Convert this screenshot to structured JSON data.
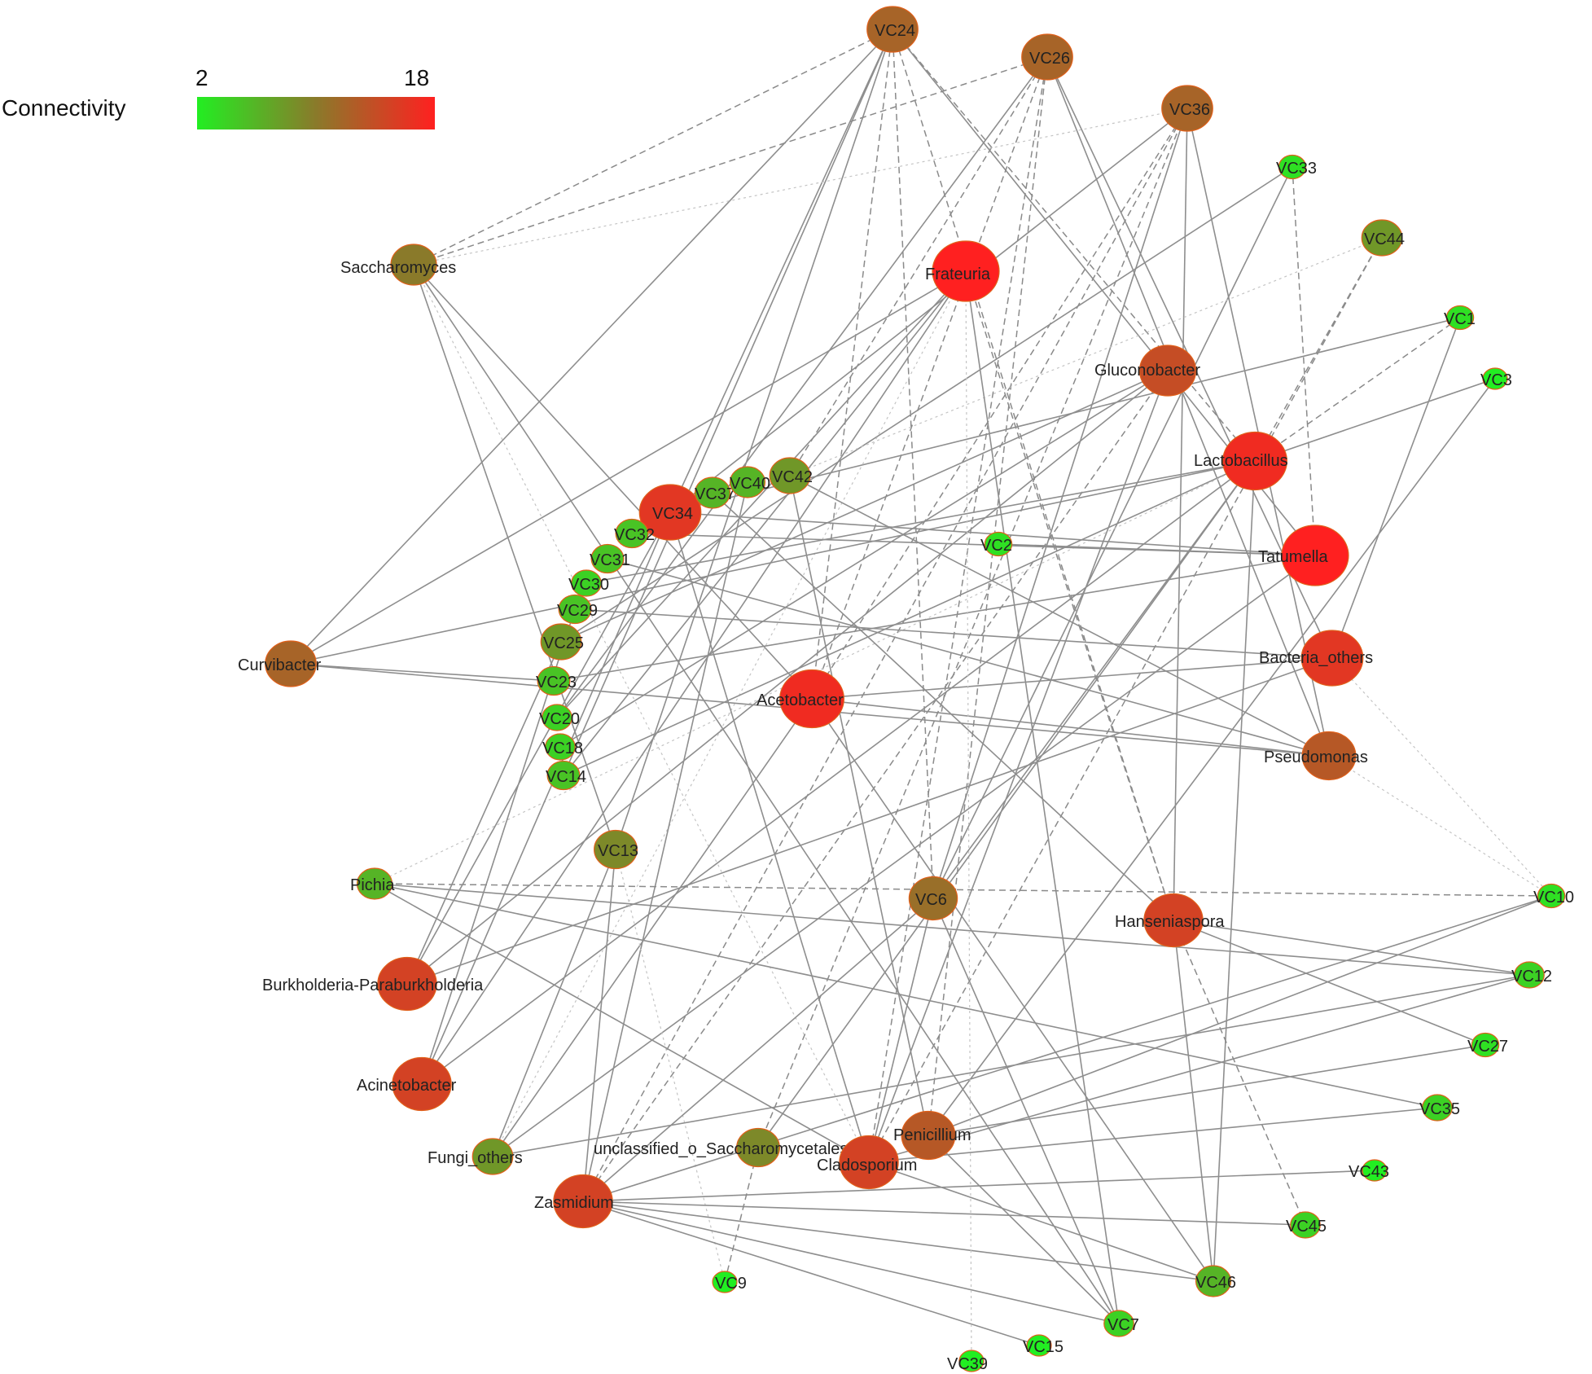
{
  "legend": {
    "title": "Connectivity",
    "min_label": "2",
    "max_label": "18",
    "min_value": 2,
    "max_value": 18,
    "color_low": "#22ee22",
    "color_mid": "#8a7a2a",
    "color_high": "#ff2020"
  },
  "network": {
    "nodes": [
      {
        "id": "VC24",
        "label": "VC24",
        "connectivity": 12
      },
      {
        "id": "VC26",
        "label": "VC26",
        "connectivity": 12
      },
      {
        "id": "VC36",
        "label": "VC36",
        "connectivity": 12
      },
      {
        "id": "VC33",
        "label": "VC33",
        "connectivity": 3
      },
      {
        "id": "VC44",
        "label": "VC44",
        "connectivity": 8
      },
      {
        "id": "VC1",
        "label": "VC1",
        "connectivity": 3
      },
      {
        "id": "VC3",
        "label": "VC3",
        "connectivity": 2
      },
      {
        "id": "Saccharomyces",
        "label": "Saccharomyces",
        "connectivity": 10
      },
      {
        "id": "Frateuria",
        "label": "Frateuria",
        "connectivity": 18
      },
      {
        "id": "Gluconobacter",
        "label": "Gluconobacter",
        "connectivity": 14
      },
      {
        "id": "Lactobacillus",
        "label": "Lactobacillus",
        "connectivity": 17
      },
      {
        "id": "Tatumella",
        "label": "Tatumella",
        "connectivity": 18
      },
      {
        "id": "Bacteria_others",
        "label": "Bacteria_others",
        "connectivity": 16
      },
      {
        "id": "Pseudomonas",
        "label": "Pseudomonas",
        "connectivity": 13
      },
      {
        "id": "VC34",
        "label": "VC34",
        "connectivity": 16
      },
      {
        "id": "VC37",
        "label": "VC37",
        "connectivity": 6
      },
      {
        "id": "VC40",
        "label": "VC40",
        "connectivity": 6
      },
      {
        "id": "VC42",
        "label": "VC42",
        "connectivity": 8
      },
      {
        "id": "VC32",
        "label": "VC32",
        "connectivity": 5
      },
      {
        "id": "VC31",
        "label": "VC31",
        "connectivity": 5
      },
      {
        "id": "VC30",
        "label": "VC30",
        "connectivity": 4
      },
      {
        "id": "VC29",
        "label": "VC29",
        "connectivity": 5
      },
      {
        "id": "VC25",
        "label": "VC25",
        "connectivity": 8
      },
      {
        "id": "VC23",
        "label": "VC23",
        "connectivity": 5
      },
      {
        "id": "VC20",
        "label": "VC20",
        "connectivity": 4
      },
      {
        "id": "VC18",
        "label": "VC18",
        "connectivity": 4
      },
      {
        "id": "VC14",
        "label": "VC14",
        "connectivity": 5
      },
      {
        "id": "VC2",
        "label": "VC2",
        "connectivity": 3
      },
      {
        "id": "Curvibacter",
        "label": "Curvibacter",
        "connectivity": 12
      },
      {
        "id": "Acetobacter",
        "label": "Acetobacter",
        "connectivity": 17
      },
      {
        "id": "VC13",
        "label": "VC13",
        "connectivity": 9
      },
      {
        "id": "Pichia",
        "label": "Pichia",
        "connectivity": 6
      },
      {
        "id": "VC6",
        "label": "VC6",
        "connectivity": 11
      },
      {
        "id": "Hanseniaspora",
        "label": "Hanseniaspora",
        "connectivity": 15
      },
      {
        "id": "VC10",
        "label": "VC10",
        "connectivity": 3
      },
      {
        "id": "Burkholderia-Paraburkholderia",
        "label": "Burkholderia-Paraburkholderia",
        "connectivity": 15
      },
      {
        "id": "VC12",
        "label": "VC12",
        "connectivity": 4
      },
      {
        "id": "VC27",
        "label": "VC27",
        "connectivity": 3
      },
      {
        "id": "Acinetobacter",
        "label": "Acinetobacter",
        "connectivity": 15
      },
      {
        "id": "VC35",
        "label": "VC35",
        "connectivity": 4
      },
      {
        "id": "Fungi_others",
        "label": "Fungi_others",
        "connectivity": 8
      },
      {
        "id": "unclassified_o_Saccharomycetales",
        "label": "unclassified_o_Saccharomycetales",
        "connectivity": 9
      },
      {
        "id": "Cladosporium",
        "label": "Cladosporium",
        "connectivity": 15
      },
      {
        "id": "Penicillium",
        "label": "Penicillium",
        "connectivity": 13
      },
      {
        "id": "VC43",
        "label": "VC43",
        "connectivity": 2
      },
      {
        "id": "Zasmidium",
        "label": "Zasmidium",
        "connectivity": 15
      },
      {
        "id": "VC45",
        "label": "VC45",
        "connectivity": 4
      },
      {
        "id": "VC46",
        "label": "VC46",
        "connectivity": 6
      },
      {
        "id": "VC9",
        "label": "VC9",
        "connectivity": 2
      },
      {
        "id": "VC7",
        "label": "VC7",
        "connectivity": 4
      },
      {
        "id": "VC15",
        "label": "VC15",
        "connectivity": 2
      },
      {
        "id": "VC39",
        "label": "VC39",
        "connectivity": 2
      }
    ],
    "edges": [
      {
        "source": "VC24",
        "target": "Saccharomyces",
        "style": "dashed"
      },
      {
        "source": "VC24",
        "target": "Curvibacter",
        "style": "solid"
      },
      {
        "source": "VC24",
        "target": "VC34",
        "style": "solid"
      },
      {
        "source": "VC24",
        "target": "Acetobacter",
        "style": "dashed"
      },
      {
        "source": "VC24",
        "target": "VC6",
        "style": "dashed"
      },
      {
        "source": "VC24",
        "target": "Lactobacillus",
        "style": "dashed"
      },
      {
        "source": "VC24",
        "target": "Tatumella",
        "style": "solid"
      },
      {
        "source": "VC24",
        "target": "VC14",
        "style": "solid"
      },
      {
        "source": "VC24",
        "target": "VC13",
        "style": "solid"
      },
      {
        "source": "VC24",
        "target": "Hanseniaspora",
        "style": "dashed"
      },
      {
        "source": "VC26",
        "target": "Saccharomyces",
        "style": "dashed"
      },
      {
        "source": "VC26",
        "target": "VC42",
        "style": "dashed"
      },
      {
        "source": "VC26",
        "target": "Pseudomonas",
        "style": "solid"
      },
      {
        "source": "VC26",
        "target": "Bacteria_others",
        "style": "solid"
      },
      {
        "source": "VC26",
        "target": "Cladosporium",
        "style": "dashed"
      },
      {
        "source": "VC26",
        "target": "Acetobacter",
        "style": "dashed"
      },
      {
        "source": "VC26",
        "target": "VC20",
        "style": "solid"
      },
      {
        "source": "VC26",
        "target": "Penicillium",
        "style": "dashed"
      },
      {
        "source": "VC36",
        "target": "VC34",
        "style": "solid"
      },
      {
        "source": "VC36",
        "target": "Pseudomonas",
        "style": "solid"
      },
      {
        "source": "VC36",
        "target": "Hanseniaspora",
        "style": "solid"
      },
      {
        "source": "VC36",
        "target": "Acetobacter",
        "style": "dashed"
      },
      {
        "source": "VC36",
        "target": "Zasmidium",
        "style": "dashed"
      },
      {
        "source": "VC36",
        "target": "VC6",
        "style": "solid"
      },
      {
        "source": "VC36",
        "target": "Saccharomyces",
        "style": "dotted"
      },
      {
        "source": "VC33",
        "target": "Tatumella",
        "style": "dashed"
      },
      {
        "source": "VC33",
        "target": "VC6",
        "style": "solid"
      },
      {
        "source": "VC33",
        "target": "VC25",
        "style": "solid"
      },
      {
        "source": "VC44",
        "target": "Lactobacillus",
        "style": "dashed"
      },
      {
        "source": "VC44",
        "target": "VC42",
        "style": "dotted"
      },
      {
        "source": "VC44",
        "target": "Cladosporium",
        "style": "dashed"
      },
      {
        "source": "VC1",
        "target": "Lactobacillus",
        "style": "dashed"
      },
      {
        "source": "VC1",
        "target": "Bacteria_others",
        "style": "solid"
      },
      {
        "source": "VC1",
        "target": "VC34",
        "style": "solid"
      },
      {
        "source": "VC3",
        "target": "Lactobacillus",
        "style": "solid"
      },
      {
        "source": "VC3",
        "target": "Penicillium",
        "style": "solid"
      },
      {
        "source": "Saccharomyces",
        "target": "Acetobacter",
        "style": "solid"
      },
      {
        "source": "Saccharomyces",
        "target": "VC7",
        "style": "solid"
      },
      {
        "source": "Saccharomyces",
        "target": "VC13",
        "style": "solid"
      },
      {
        "source": "Saccharomyces",
        "target": "Cladosporium",
        "style": "dotted"
      },
      {
        "source": "Frateuria",
        "target": "VC14",
        "style": "solid"
      },
      {
        "source": "Frateuria",
        "target": "Curvibacter",
        "style": "solid"
      },
      {
        "source": "Frateuria",
        "target": "VC20",
        "style": "solid"
      },
      {
        "source": "Frateuria",
        "target": "Hanseniaspora",
        "style": "dashed"
      },
      {
        "source": "Frateuria",
        "target": "VC7",
        "style": "solid"
      },
      {
        "source": "Frateuria",
        "target": "Fungi_others",
        "style": "dotted"
      },
      {
        "source": "Gluconobacter",
        "target": "VC18",
        "style": "solid"
      },
      {
        "source": "Gluconobacter",
        "target": "VC25",
        "style": "solid"
      },
      {
        "source": "Gluconobacter",
        "target": "Burkholderia-Paraburkholderia",
        "style": "solid"
      },
      {
        "source": "Gluconobacter",
        "target": "Zasmidium",
        "style": "dashed"
      },
      {
        "source": "Gluconobacter",
        "target": "Cladosporium",
        "style": "solid"
      },
      {
        "source": "Lactobacillus",
        "target": "VC14",
        "style": "solid"
      },
      {
        "source": "Lactobacillus",
        "target": "Curvibacter",
        "style": "solid"
      },
      {
        "source": "Lactobacillus",
        "target": "Acinetobacter",
        "style": "solid"
      },
      {
        "source": "Lactobacillus",
        "target": "VC46",
        "style": "solid"
      },
      {
        "source": "Lactobacillus",
        "target": "Pichia",
        "style": "dotted"
      },
      {
        "source": "Tatumella",
        "target": "VC23",
        "style": "solid"
      },
      {
        "source": "Tatumella",
        "target": "VC34",
        "style": "solid"
      },
      {
        "source": "Tatumella",
        "target": "Fungi_others",
        "style": "solid"
      },
      {
        "source": "Tatumella",
        "target": "VC2",
        "style": "solid"
      },
      {
        "source": "Bacteria_others",
        "target": "VC29",
        "style": "solid"
      },
      {
        "source": "Bacteria_others",
        "target": "Acetobacter",
        "style": "solid"
      },
      {
        "source": "Bacteria_others",
        "target": "Burkholderia-Paraburkholderia",
        "style": "solid"
      },
      {
        "source": "Bacteria_others",
        "target": "VC10",
        "style": "dotted"
      },
      {
        "source": "Pseudomonas",
        "target": "VC31",
        "style": "solid"
      },
      {
        "source": "Pseudomonas",
        "target": "Curvibacter",
        "style": "solid"
      },
      {
        "source": "Pseudomonas",
        "target": "VC42",
        "style": "solid"
      },
      {
        "source": "Pseudomonas",
        "target": "VC10",
        "style": "dotted"
      },
      {
        "source": "VC34",
        "target": "Acinetobacter",
        "style": "solid"
      },
      {
        "source": "VC34",
        "target": "Cladosporium",
        "style": "solid"
      },
      {
        "source": "VC37",
        "target": "Hanseniaspora",
        "style": "solid"
      },
      {
        "source": "VC40",
        "target": "Zasmidium",
        "style": "solid"
      },
      {
        "source": "VC42",
        "target": "Penicillium",
        "style": "solid"
      },
      {
        "source": "VC32",
        "target": "Tatumella",
        "style": "solid"
      },
      {
        "source": "VC30",
        "target": "Lactobacillus",
        "style": "solid"
      },
      {
        "source": "Curvibacter",
        "target": "VC23",
        "style": "solid"
      },
      {
        "source": "Acetobacter",
        "target": "Fungi_others",
        "style": "solid"
      },
      {
        "source": "Acetobacter",
        "target": "VC46",
        "style": "solid"
      },
      {
        "source": "Acetobacter",
        "target": "Pseudomonas",
        "style": "solid"
      },
      {
        "source": "VC13",
        "target": "Fungi_others",
        "style": "solid"
      },
      {
        "source": "VC13",
        "target": "VC9",
        "style": "dotted"
      },
      {
        "source": "Pichia",
        "target": "VC12",
        "style": "solid"
      },
      {
        "source": "Pichia",
        "target": "VC35",
        "style": "solid"
      },
      {
        "source": "Pichia",
        "target": "Cladosporium",
        "style": "solid"
      },
      {
        "source": "Pichia",
        "target": "VC10",
        "style": "dashed"
      },
      {
        "source": "VC6",
        "target": "Cladosporium",
        "style": "solid"
      },
      {
        "source": "VC6",
        "target": "VC7",
        "style": "solid"
      },
      {
        "source": "VC6",
        "target": "Lactobacillus",
        "style": "solid"
      },
      {
        "source": "Hanseniaspora",
        "target": "VC27",
        "style": "solid"
      },
      {
        "source": "Hanseniaspora",
        "target": "VC45",
        "style": "dashed"
      },
      {
        "source": "Hanseniaspora",
        "target": "VC46",
        "style": "solid"
      },
      {
        "source": "Hanseniaspora",
        "target": "VC12",
        "style": "solid"
      },
      {
        "source": "VC10",
        "target": "Penicillium",
        "style": "solid"
      },
      {
        "source": "VC10",
        "target": "Zasmidium",
        "style": "solid"
      },
      {
        "source": "VC12",
        "target": "Cladosporium",
        "style": "solid"
      },
      {
        "source": "VC12",
        "target": "Fungi_others",
        "style": "solid"
      },
      {
        "source": "VC27",
        "target": "Penicillium",
        "style": "solid"
      },
      {
        "source": "VC35",
        "target": "Cladosporium",
        "style": "solid"
      },
      {
        "source": "VC43",
        "target": "Zasmidium",
        "style": "solid"
      },
      {
        "source": "VC45",
        "target": "Zasmidium",
        "style": "solid"
      },
      {
        "source": "VC46",
        "target": "Cladosporium",
        "style": "solid"
      },
      {
        "source": "VC46",
        "target": "Zasmidium",
        "style": "solid"
      },
      {
        "source": "VC7",
        "target": "Zasmidium",
        "style": "solid"
      },
      {
        "source": "VC7",
        "target": "Penicillium",
        "style": "solid"
      },
      {
        "source": "VC15",
        "target": "Zasmidium",
        "style": "solid"
      },
      {
        "source": "VC39",
        "target": "Frateuria",
        "style": "dotted"
      },
      {
        "source": "VC9",
        "target": "unclassified_o_Saccharomycetales",
        "style": "dashed"
      },
      {
        "source": "unclassified_o_Saccharomycetales",
        "target": "Lactobacillus",
        "style": "solid"
      },
      {
        "source": "unclassified_o_Saccharomycetales",
        "target": "VC36",
        "style": "dashed"
      },
      {
        "source": "Burkholderia-Paraburkholderia",
        "target": "VC34",
        "style": "solid"
      },
      {
        "source": "Burkholderia-Paraburkholderia",
        "target": "VC25",
        "style": "solid"
      },
      {
        "source": "Acinetobacter",
        "target": "VC29",
        "style": "solid"
      },
      {
        "source": "Acinetobacter",
        "target": "Frateuria",
        "style": "solid"
      },
      {
        "source": "Zasmidium",
        "target": "VC13",
        "style": "solid"
      },
      {
        "source": "Zasmidium",
        "target": "VC6",
        "style": "solid"
      }
    ]
  }
}
